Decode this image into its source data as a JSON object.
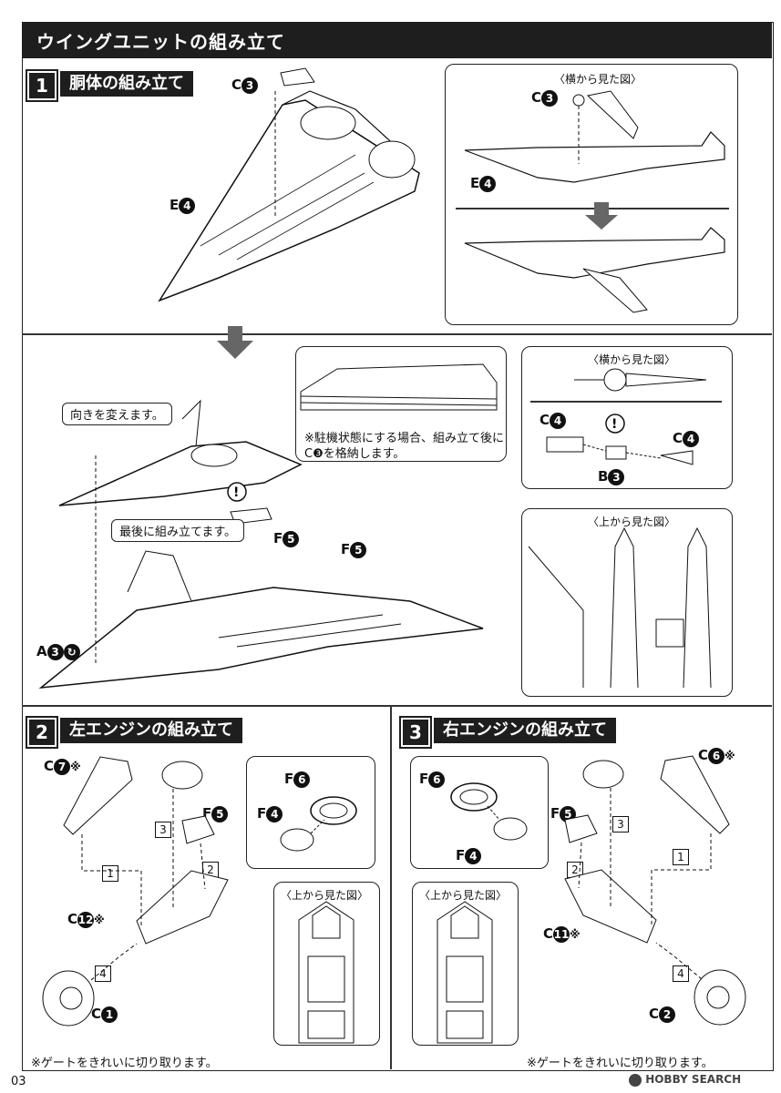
{
  "header": {
    "title": "ウイングユニットの組み立て"
  },
  "step1": {
    "num": "1",
    "title": "胴体の組み立て",
    "c3": "C",
    "c3_num": "3",
    "e4": "E",
    "e4_num": "4",
    "side_view_label": "〈横から見た図〉",
    "side_c3": "C",
    "side_c3_num": "3",
    "side_e4": "E",
    "side_e4_num": "4",
    "turn_note": "向きを変えます。",
    "last_note": "最後に組み立てます。",
    "parking_note_line1": "※駐機状態にする場合、組み立て後に",
    "parking_note_line2": "C❸を格納します。",
    "side_view2_label": "〈横から見た図〉",
    "c4_left": "C",
    "c4_left_num": "4",
    "c4_right": "C",
    "c4_right_num": "4",
    "b3": "B",
    "b3_num": "3",
    "f5a": "F",
    "f5a_num": "5",
    "f5b": "F",
    "f5b_num": "5",
    "a3": "A",
    "a3_num": "3",
    "top_view_label": "〈上から見た図〉",
    "exclaim": "!"
  },
  "step2": {
    "num": "2",
    "title": "左エンジンの組み立て",
    "c7": "C",
    "c7_num": "7",
    "c7_mark": "※",
    "c12": "C",
    "c12_num": "12",
    "c12_mark": "※",
    "c1": "C",
    "c1_num": "1",
    "f5": "F",
    "f5_num": "5",
    "f6": "F",
    "f6_num": "6",
    "f4": "F",
    "f4_num": "4",
    "box1": "1",
    "box2": "2",
    "box3": "3",
    "box4": "4",
    "top_view_label": "〈上から見た図〉",
    "gate_note": "※ゲートをきれいに切り取ります。"
  },
  "step3": {
    "num": "3",
    "title": "右エンジンの組み立て",
    "c6": "C",
    "c6_num": "6",
    "c6_mark": "※",
    "c11": "C",
    "c11_num": "11",
    "c11_mark": "※",
    "c2": "C",
    "c2_num": "2",
    "f5": "F",
    "f5_num": "5",
    "f6": "F",
    "f6_num": "6",
    "f4": "F",
    "f4_num": "4",
    "box1": "1",
    "box2": "2",
    "box3": "3",
    "box4": "4",
    "top_view_label": "〈上から見た図〉",
    "gate_note": "※ゲートをきれいに切り取ります。"
  },
  "footer": {
    "page": "03",
    "watermark": "HOBBY SEARCH"
  }
}
